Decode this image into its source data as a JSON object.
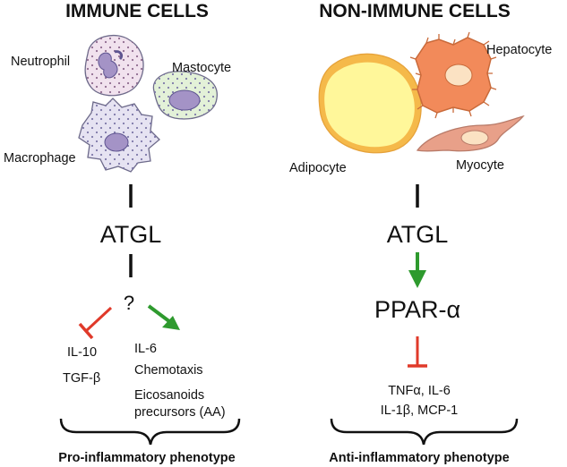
{
  "headings": {
    "immune": "IMMUNE CELLS",
    "non_immune": "NON-IMMUNE CELLS"
  },
  "immune_cells": {
    "neutrophil": "Neutrophil",
    "mastocyte": "Mastocyte",
    "macrophage": "Macrophage"
  },
  "non_immune_cells": {
    "adipocyte": "Adipocyte",
    "hepatocyte": "Hepatocyte",
    "myocyte": "Myocyte"
  },
  "left_pathway": {
    "atgl": "ATGL",
    "question": "?",
    "inhibited": [
      "IL-10",
      "TGF-β"
    ],
    "induced": [
      "IL-6",
      "Chemotaxis",
      "Eicosanoids",
      "precursors (AA)"
    ],
    "phenotype": "Pro-inflammatory phenotype"
  },
  "right_pathway": {
    "atgl": "ATGL",
    "ppar": "PPAR-α",
    "inhibited": [
      "TNFα, IL-6",
      "IL-1β, MCP-1"
    ],
    "phenotype": "Anti-inflammatory phenotype"
  },
  "colors": {
    "activation_arrow": "#2e9a2e",
    "inhibition_arrow": "#e03a2a",
    "connector": "#111111",
    "adipocyte_fill": "#fff79a",
    "adipocyte_rim": "#f5b94a",
    "hepatocyte_fill": "#f28a5a",
    "myocyte_fill": "#e8a089",
    "immune_cell_fill": "#e6e3f2",
    "nucleus_fill": "#a493c6"
  }
}
